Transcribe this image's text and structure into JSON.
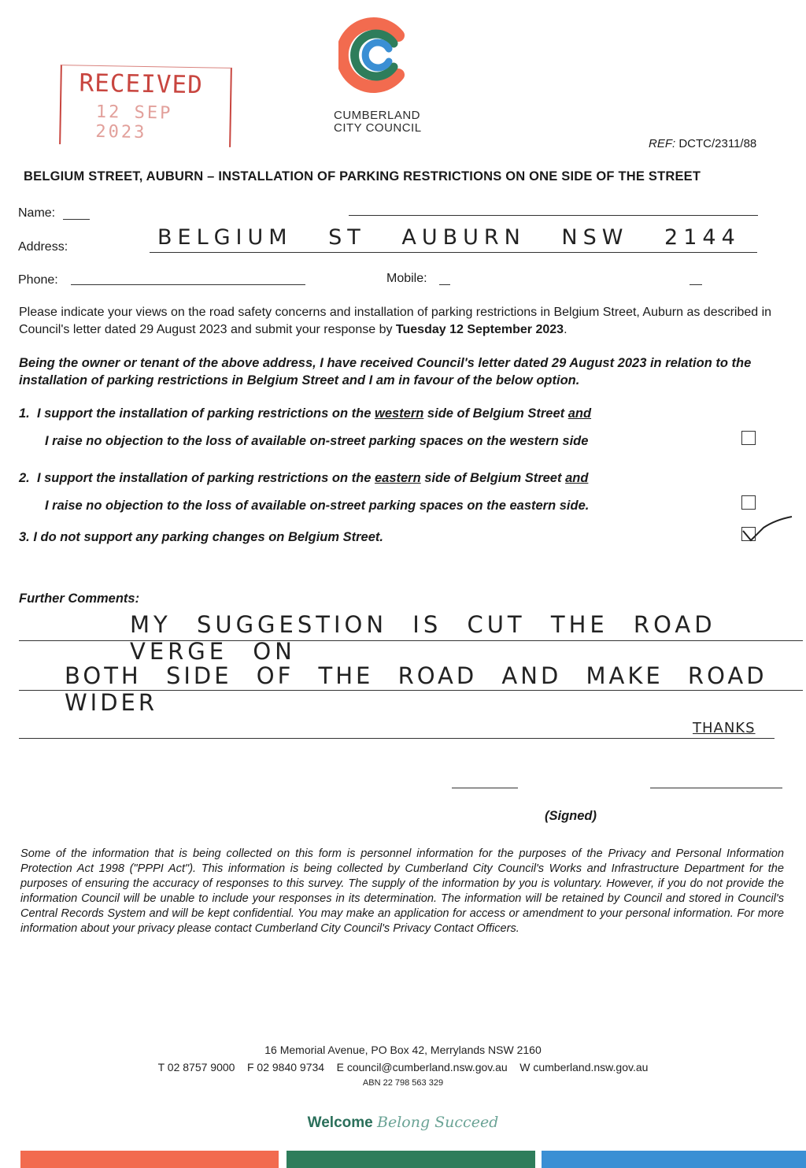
{
  "stamp": {
    "title": "RECEIVED",
    "date": "12 SEP 2023"
  },
  "logo": {
    "name_line1": "CUMBERLAND",
    "name_line2": "CITY COUNCIL",
    "colors": [
      "#f26b4f",
      "#2e7d5b",
      "#3a8fd4"
    ]
  },
  "ref": {
    "label": "REF:",
    "value": "DCTC/2311/88"
  },
  "heading": "BELGIUM STREET, AUBURN – INSTALLATION OF PARKING RESTRICTIONS ON ONE SIDE OF THE STREET",
  "form": {
    "name_label": "Name:",
    "address_label": "Address:",
    "address_value": "BELGIUM ST AUBURN NSW 2144",
    "phone_label": "Phone:",
    "mobile_label": "Mobile:"
  },
  "intro": {
    "text": "Please indicate your views on the road safety concerns and installation of parking restrictions in Belgium Street, Auburn as described in Council's letter dated 29 August 2023 and submit your response by ",
    "deadline": "Tuesday 12 September 2023",
    "end": "."
  },
  "statement": "Being the owner or tenant of the above address, I have received Council's letter dated 29 August 2023 in relation to the installation of parking restrictions in Belgium Street and I am in favour of the below option.",
  "options": [
    {
      "num": "1.",
      "pre": "I support the installation of parking restrictions on the ",
      "side": "western",
      "mid": " side of Belgium Street ",
      "conj": "and",
      "line2": "I raise no objection to the loss of available on-street parking spaces on the western side",
      "checked": false
    },
    {
      "num": "2.",
      "pre": "I support the installation of parking restrictions on the ",
      "side": "eastern",
      "mid": " side of Belgium Street ",
      "conj": "and",
      "line2": "I raise no objection to the loss of available on-street parking spaces on the eastern side.",
      "checked": false
    },
    {
      "num": "3.",
      "text": "I do not support any parking changes on Belgium Street.",
      "checked": true
    }
  ],
  "comments": {
    "label": "Further Comments:",
    "line1": "MY SUGGESTION IS CUT THE ROAD VERGE ON",
    "line2": "BOTH SIDE OF THE ROAD AND MAKE ROAD WIDER",
    "line3": "THANKS"
  },
  "signed_label": "(Signed)",
  "privacy": "Some of the information that is being collected on this form is personnel information for the purposes of the Privacy and Personal Information Protection Act 1998 (\"PPPI Act\"). This information is being collected by Cumberland City Council's Works and Infrastructure Department for the purposes of ensuring the accuracy of responses to this survey. The supply of the information by you is voluntary. However, if you do not provide the information Council will be unable to include your responses in its determination. The information will be retained by Council and stored in Council's Central Records System and will be kept confidential. You may make an application for access or amendment to your personal information. For more information about your privacy please contact Cumberland City Council's Privacy Contact Officers.",
  "footer": {
    "address": "16 Memorial Avenue, PO Box 42, Merrylands NSW 2160",
    "contact": "T 02 8757 9000    F 02 9840 9734    E council@cumberland.nsw.gov.au    W cumberland.nsw.gov.au",
    "abn": "ABN 22 798 563 329"
  },
  "tagline": {
    "welcome": "Welcome",
    "rest": "Belong Succeed"
  },
  "bar_colors": [
    "#f26b4f",
    "#2e7d5b",
    "#3a8fd4"
  ]
}
